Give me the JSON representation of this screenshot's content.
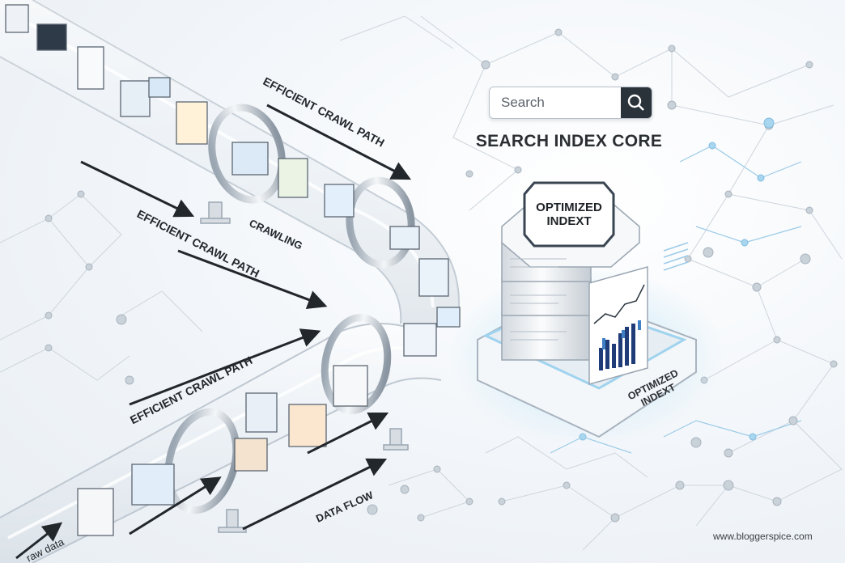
{
  "search": {
    "placeholder": "Search",
    "icon": "magnifier-icon"
  },
  "core": {
    "title": "SEARCH INDEX CORE",
    "hex_label_line1": "OPTIMIZED",
    "hex_label_line2": "INDEXT",
    "base_label_line1": "OPTIMIZED",
    "base_label_line2": "INDEXT"
  },
  "pipeline": {
    "label_path_top": "EFFICIENT CRAWL PATH",
    "label_path_middle": "EFFICIENT CRAWL PATH",
    "label_path_bottom": "EFFICIENT CRAWL PATH",
    "label_crawling": "CRAWLING",
    "label_data_flow": "DATA FLOW",
    "label_raw_data": "raw data"
  },
  "footer": {
    "site": "www.bloggerspice.com"
  },
  "colors": {
    "accent_blue": "#3f7fc4",
    "node_gray": "#c7ced6",
    "glow": "#9fd3ee",
    "dark": "#22272c"
  }
}
